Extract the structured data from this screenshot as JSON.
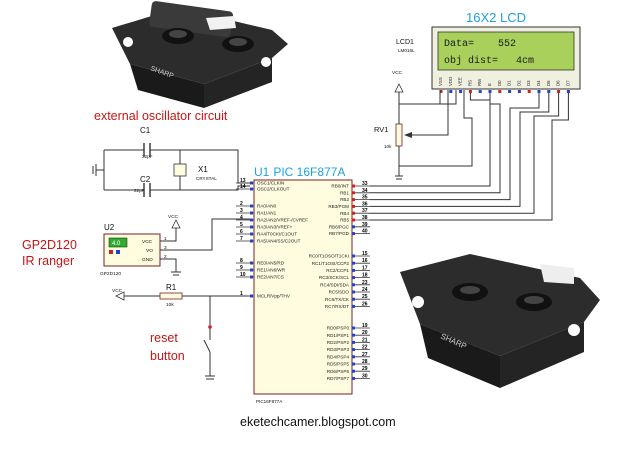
{
  "title": "16X2 LCD",
  "labels": {
    "osc_caption": "external oscillator circuit",
    "sensor_caption": "GP2D120",
    "sensor_caption2": "IR ranger",
    "reset_caption": "reset",
    "reset_caption2": "button",
    "website": "eketechcamer.blogspot.com"
  },
  "lcd": {
    "ref": "LCD1",
    "part": "LM016L",
    "line1": "Data=    552",
    "line2": "obj dist=   4cm",
    "pins": [
      "VSS",
      "VDD",
      "VEE",
      "RS",
      "RW",
      "E",
      "D0",
      "D1",
      "D2",
      "D3",
      "D4",
      "D5",
      "D6",
      "D7"
    ]
  },
  "mcu": {
    "ref": "U1",
    "name": "PIC 16F877A",
    "part": "PIC16F877A",
    "left_pins": [
      {
        "num": "13",
        "name": "OSC1/CLKIN"
      },
      {
        "num": "14",
        "name": "OSC2/CLKOUT"
      },
      {
        "num": "2",
        "name": "RA0/AN0"
      },
      {
        "num": "3",
        "name": "RA1/AN1"
      },
      {
        "num": "4",
        "name": "RA2/AN2/VREF-/CVREF"
      },
      {
        "num": "5",
        "name": "RA3/AN3/VREF+"
      },
      {
        "num": "6",
        "name": "RA4/T0CKI/C1OUT"
      },
      {
        "num": "7",
        "name": "RA5/AN4/SS/C2OUT"
      },
      {
        "num": "8",
        "name": "RE0/AN5/RD"
      },
      {
        "num": "9",
        "name": "RE1/AN6/WR"
      },
      {
        "num": "10",
        "name": "RE2/AN7/CS"
      },
      {
        "num": "1",
        "name": "MCLR/Vpp/THV"
      }
    ],
    "right_pins": [
      {
        "num": "33",
        "name": "RB0/INT"
      },
      {
        "num": "34",
        "name": "RB1"
      },
      {
        "num": "35",
        "name": "RB2"
      },
      {
        "num": "36",
        "name": "RB3/PGM"
      },
      {
        "num": "37",
        "name": "RB4"
      },
      {
        "num": "38",
        "name": "RB5"
      },
      {
        "num": "39",
        "name": "RB6/PGC"
      },
      {
        "num": "40",
        "name": "RB7/PGD"
      },
      {
        "num": "15",
        "name": "RC0/T1OSO/T1CKI"
      },
      {
        "num": "16",
        "name": "RC1/T1OSI/CCP2"
      },
      {
        "num": "17",
        "name": "RC2/CCP1"
      },
      {
        "num": "18",
        "name": "RC3/SCK/SCL"
      },
      {
        "num": "23",
        "name": "RC4/SDI/SDA"
      },
      {
        "num": "24",
        "name": "RC5/SDO"
      },
      {
        "num": "25",
        "name": "RC6/TX/CK"
      },
      {
        "num": "26",
        "name": "RC7/RX/DT"
      },
      {
        "num": "19",
        "name": "RD0/PSP0"
      },
      {
        "num": "20",
        "name": "RD1/PSP1"
      },
      {
        "num": "21",
        "name": "RD2/PSP2"
      },
      {
        "num": "22",
        "name": "RD3/PSP3"
      },
      {
        "num": "27",
        "name": "RD4/PSP4"
      },
      {
        "num": "28",
        "name": "RD5/PSP5"
      },
      {
        "num": "29",
        "name": "RD6/PSP6"
      },
      {
        "num": "30",
        "name": "RD7/PSP7"
      }
    ]
  },
  "components": {
    "c1": {
      "ref": "C1",
      "value": "22pF"
    },
    "c2": {
      "ref": "C2",
      "value": "22pF"
    },
    "x1": {
      "ref": "X1",
      "value": "CRYSTAL"
    },
    "rv1": {
      "ref": "RV1",
      "value": "10k"
    },
    "r1": {
      "ref": "R1",
      "value": "10k"
    },
    "u2": {
      "ref": "U2",
      "part": "GP2D120",
      "reading": "4.0",
      "pins": [
        "VCC",
        "VO",
        "GND"
      ],
      "pin_nums": [
        "1",
        "3",
        "2"
      ]
    },
    "vcc": "VCC"
  },
  "colors": {
    "title": "#1fa0e0",
    "caption_red": "#c41616",
    "lcd_screen": "#a8d05a",
    "chip": "#fffce0",
    "chip_border": "#7a2020",
    "sensor_screen": "#33aa33"
  }
}
